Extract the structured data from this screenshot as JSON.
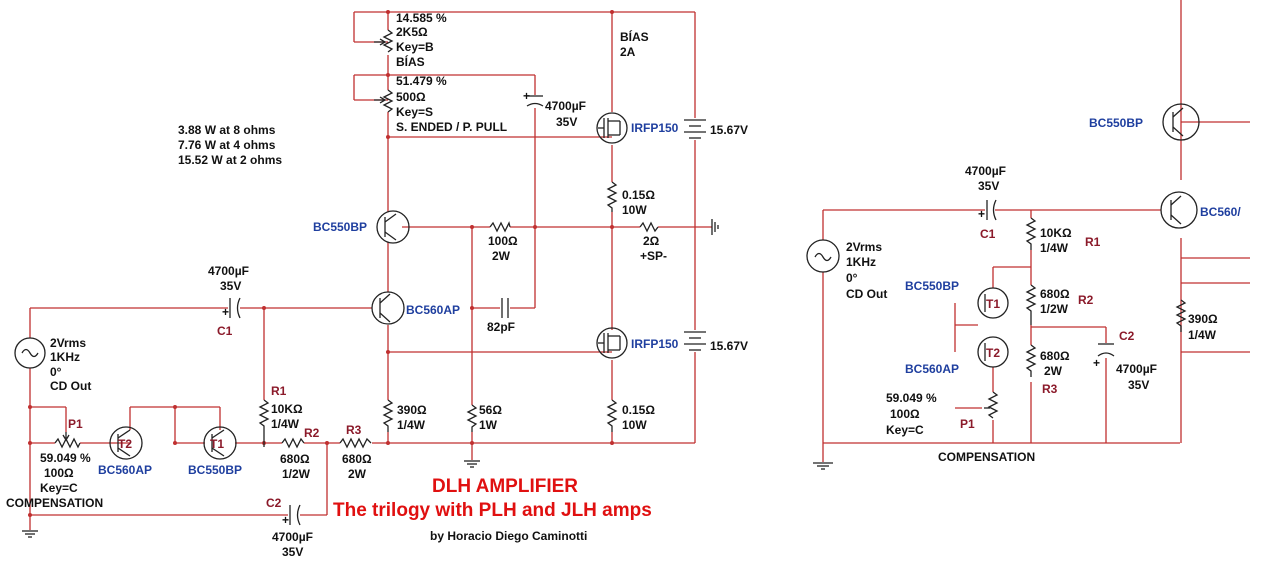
{
  "left": {
    "pot_bias": {
      "percent": "14.585 %",
      "value": "2K5Ω",
      "key": "Key=B",
      "name": "BÍAS"
    },
    "pot_mode": {
      "percent": "51.479 %",
      "value": "500Ω",
      "key": "Key=S",
      "name": "S. ENDED / P. PULL"
    },
    "bias_label": {
      "line1": "BÍAS",
      "line2": "2A"
    },
    "power": [
      "3.88 W at 8 ohms",
      "7.76 W at 4 ohms",
      "15.52 W at 2 ohms"
    ],
    "cap_top": {
      "value": "4700µF",
      "voltage": "35V"
    },
    "mosfet_top": "IRFP150",
    "mosfet_bottom": "IRFP150",
    "battery_top": "15.67V",
    "battery_bottom": "15.67V",
    "bc550": "BC550BP",
    "bc560": "BC560AP",
    "r_015_top": {
      "value": "0.15Ω",
      "power": "10W"
    },
    "r_100": {
      "value": "100Ω",
      "power": "2W"
    },
    "r_2": {
      "value": "2Ω",
      "label": "+SP-"
    },
    "c_82p": "82pF",
    "c1": {
      "value": "4700µF",
      "voltage": "35V",
      "name": "C1"
    },
    "source": {
      "v": "2Vrms",
      "f": "1KHz",
      "phase": "0°",
      "name": "CD Out"
    },
    "r1": {
      "name": "R1",
      "value": "10KΩ",
      "power": "1/4W"
    },
    "r2": {
      "name": "R2",
      "value": "680Ω",
      "power": "1/2W"
    },
    "r3": {
      "name": "R3",
      "value": "680Ω",
      "power": "2W"
    },
    "r_390": {
      "value": "390Ω",
      "power": "1/4W"
    },
    "r_56": {
      "value": "56Ω",
      "power": "1W"
    },
    "r_015_bottom": {
      "value": "0.15Ω",
      "power": "10W"
    },
    "p1": {
      "name": "P1",
      "percent": "59.049 %",
      "value": "100Ω",
      "key": "Key=C"
    },
    "t2": {
      "name": "T2",
      "type": "BC560AP"
    },
    "t1": {
      "name": "T1",
      "type": "BC550BP"
    },
    "compensation": "COMPENSATION",
    "c2": {
      "name": "C2",
      "value": "4700µF",
      "voltage": "35V"
    },
    "title1": "DLH AMPLIFIER",
    "title2": "The trilogy with PLH and JLH amps",
    "author": "by Horacio Diego Caminotti"
  },
  "right": {
    "bc550_top": "BC550BP",
    "bc560": "BC560/",
    "c1": {
      "value": "4700µF",
      "voltage": "35V",
      "name": "C1"
    },
    "source": {
      "v": "2Vrms",
      "f": "1KHz",
      "phase": "0°",
      "name": "CD Out"
    },
    "r1": {
      "value": "10KΩ",
      "power": "1/4W",
      "name": "R1"
    },
    "t1": {
      "name": "T1",
      "type": "BC550BP"
    },
    "t2": {
      "name": "T2",
      "type": "BC560AP"
    },
    "r2": {
      "value": "680Ω",
      "power": "1/2W",
      "name": "R2"
    },
    "c2": {
      "name": "C2",
      "value": "4700µF",
      "voltage": "35V"
    },
    "r3": {
      "value": "680Ω",
      "power": "2W",
      "name": "R3"
    },
    "r_390": {
      "value": "390Ω",
      "power": "1/4W"
    },
    "p1": {
      "name": "P1",
      "percent": "59.049 %",
      "value": "100Ω",
      "key": "Key=C"
    },
    "compensation": "COMPENSATION"
  },
  "colors": {
    "wire": "#c03030",
    "title": "#e01010",
    "transistor_label": "#1f3f9f",
    "ref_label": "#8b1a2a"
  }
}
